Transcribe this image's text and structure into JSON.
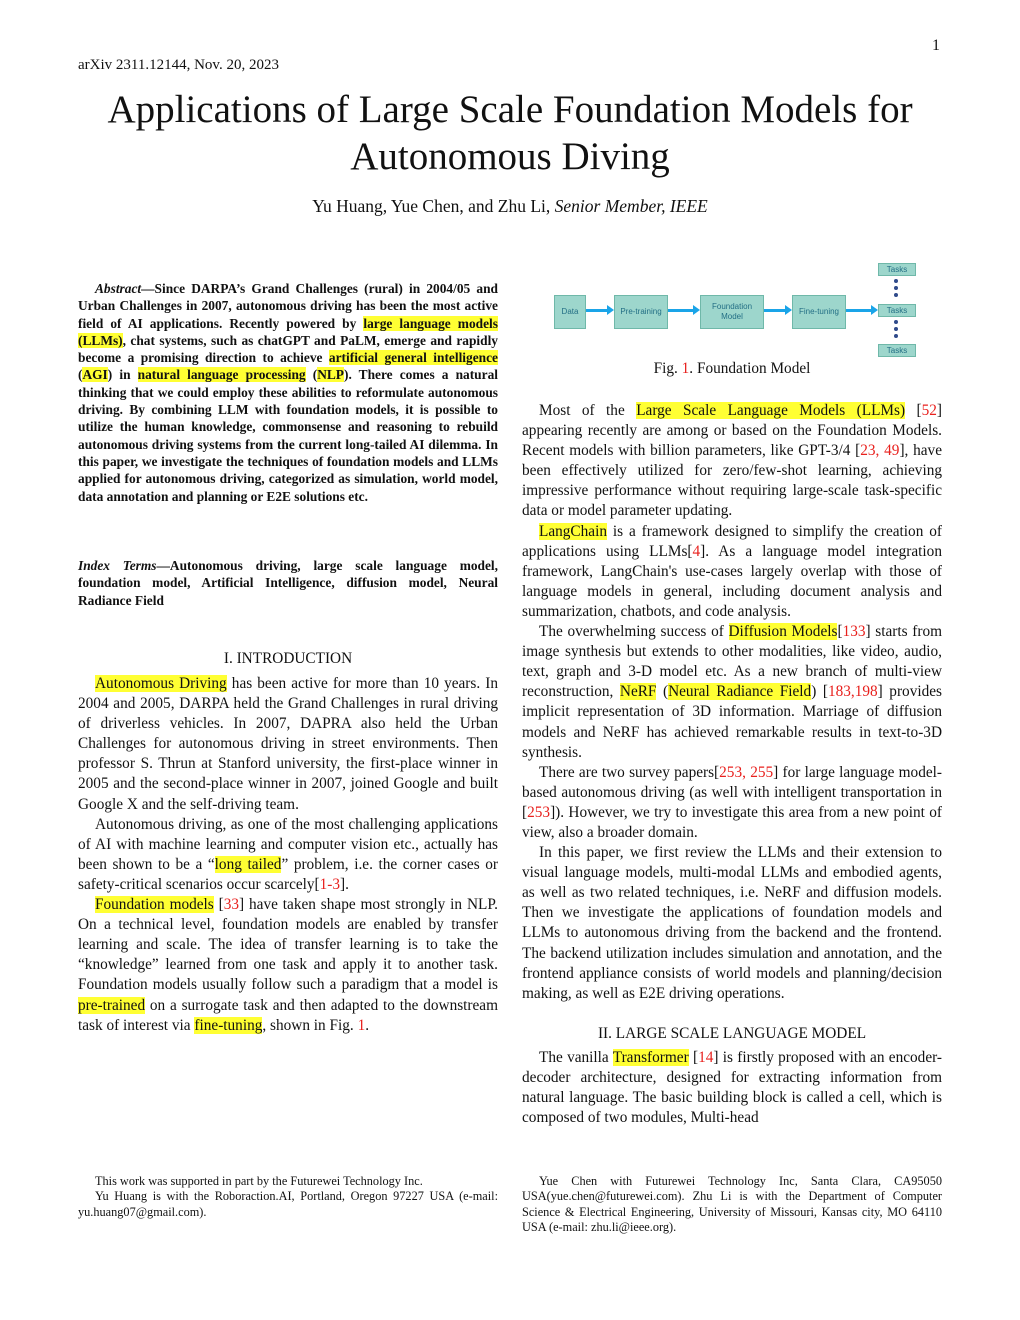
{
  "page_number": "1",
  "arxiv": "arXiv 2311.12144, Nov. 20, 2023",
  "title": "Applications of Large Scale Foundation Models for Autonomous Diving",
  "authors": "Yu Huang, Yue Chen, and Zhu Li,",
  "authors_role": "Senior Member, IEEE",
  "abstract": {
    "label": "Abstract",
    "p1": "—Since DARPA’s Grand Challenges (rural) in 2004/05 and Urban Challenges in 2007, autonomous driving has been the most active field of AI applications. Recently powered by ",
    "h1": "large language models (LLMs)",
    "p2": ", chat systems, such as chatGPT and PaLM, emerge and rapidly become a promising direction to achieve ",
    "h2": "artificial general intelligence",
    "p3": " (",
    "h3": "AGI",
    "p4": ") in ",
    "h4": "natural language processing",
    "p5": " (",
    "h5": "NLP",
    "p6": "). There comes a natural thinking that we could employ these abilities to reformulate autonomous driving. By combining LLM with foundation models, it is possible to utilize the human knowledge, commonsense and reasoning to rebuild autonomous driving systems from the current long-tailed AI dilemma. In this paper, we investigate the techniques of foundation models and LLMs applied for autonomous driving, categorized as simulation, world model, data annotation and planning or E2E solutions etc."
  },
  "index_terms": {
    "label": "Index Terms",
    "text": "—Autonomous driving, large scale language model, foundation model, Artificial Intelligence, diffusion model, Neural Radiance Field"
  },
  "sec1": {
    "heading": "I. INTRODUCTION",
    "p1": {
      "h1": "Autonomous Driving",
      "t1": " has been active for more than 10 years. In 2004 and 2005, DARPA held the Grand Challenges in rural driving of driverless vehicles. In 2007, DAPRA also held the Urban Challenges for autonomous driving in street environments. Then professor S. Thrun at Stanford university, the first-place winner in 2005 and the second-place winner in 2007, joined Google and built Google X and the self-driving team."
    },
    "p2": {
      "t1": "Autonomous driving, as one of the most challenging applications of AI with machine learning and computer vision etc., actually has been shown to be a “",
      "h1": "long tailed",
      "t2": "” problem, i.e. the corner cases or safety-critical scenarios occur scarcely[",
      "r1": "1-3",
      "t3": "]."
    },
    "p3": {
      "h1": "Foundation models",
      "t1": " [",
      "r1": "33",
      "t2": "] have taken shape most strongly in NLP. On a technical level, foundation models are enabled by transfer learning and scale. The idea of transfer learning is to take the “knowledge” learned from one task and apply it to another task. Foundation models usually follow such a paradigm that a model is ",
      "h2": "pre-trained",
      "t3": " on a surrogate task and then adapted to the downstream task of interest via ",
      "h3": "fine-tuning",
      "t4": ", shown in Fig. ",
      "r2": "1",
      "t5": "."
    }
  },
  "figure": {
    "boxes": {
      "data": "Data",
      "pretraining": "Pre-training",
      "foundation": "Foundation Model",
      "finetuning": "Fine-tuning",
      "tasks": [
        "Tasks",
        "Tasks",
        "Tasks"
      ]
    },
    "caption_prefix": "Fig. ",
    "caption_ref": "1",
    "caption_text": ". Foundation Model"
  },
  "right": {
    "p1": {
      "t1": "Most of the ",
      "h1": "Large Scale Language Models (LLMs)",
      "t2": " [",
      "r1": "52",
      "t3": "] appearing recently are among or based on the Foundation Models. Recent models with billion parameters, like GPT-3/4 [",
      "r2": "23, 49",
      "t4": "], have been effectively utilized for zero/few-shot learning, achieving impressive performance without requiring large-scale task-specific data or model parameter updating."
    },
    "p2": {
      "h1": "LangChain",
      "t1": " is a framework designed to simplify the creation of applications using LLMs[",
      "r1": "4",
      "t2": "]. As a language model integration framework, LangChain's use-cases largely overlap with those of language models in general, including document analysis and summarization, chatbots, and code analysis."
    },
    "p3": {
      "t1": "The overwhelming success of ",
      "h1": "Diffusion Models",
      "t2": "[",
      "r1": "133",
      "t3": "] starts from image synthesis but extends to other modalities, like video, audio, text, graph and 3-D model etc. As a new branch of multi-view reconstruction, ",
      "h2": "NeRF",
      "t4": " (",
      "h3": "Neural Radiance Field",
      "t5": ") [",
      "r2": "183,198",
      "t6": "] provides implicit representation of 3D information. Marriage of diffusion models and NeRF has achieved remarkable results in text-to-3D synthesis."
    },
    "p4": {
      "t1": "There are two survey papers[",
      "r1": "253, 255",
      "t2": "] for large language model-based autonomous driving (as well with intelligent transportation in [",
      "r2": "253",
      "t3": "]). However, we try to investigate this area from a new point of view, also a broader domain."
    },
    "p5": "In this paper, we first review the LLMs and their extension to visual language models, multi-modal LLMs and embodied agents, as well as two related techniques, i.e. NeRF and diffusion models. Then we investigate the applications of foundation models and LLMs to autonomous driving from the backend and the frontend. The backend utilization includes simulation and annotation, and the frontend appliance consists of world models and planning/decision making, as well as E2E driving operations.",
    "sec2_heading": "II. LARGE SCALE LANGUAGE MODEL",
    "p6": {
      "t1": "The vanilla ",
      "h1": "Transformer",
      "t2": " [",
      "r1": "14",
      "t3": "] is firstly proposed with an encoder-decoder architecture, designed for extracting information from natural language. The basic building block is called a cell, which is composed of two modules, Multi-head"
    }
  },
  "footnotes": {
    "left1": "This work was supported in part by the Futurewei Technology Inc.",
    "left2": "Yu Huang is with the Roboraction.AI, Portland, Oregon 97227 USA (e-mail: yu.huang07@gmail.com).",
    "right1": "Yue Chen with Futurewei Technology Inc, Santa Clara, CA95050 USA(yue.chen@futurewei.com). Zhu Li is with the Department of Computer Science & Electrical Engineering, University of Missouri, Kansas city, MO 64110 USA (e-mail: zhu.li@ieee.org)."
  }
}
